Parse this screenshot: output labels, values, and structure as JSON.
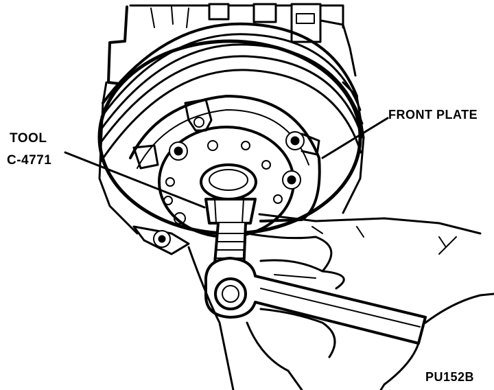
{
  "labels": {
    "tool_line1": "TOOL",
    "tool_line2": "C-4771",
    "front_plate": "FRONT PLATE",
    "figure_id": "PU152B"
  },
  "colors": {
    "ink": "#000000",
    "paper": "#ffffff"
  }
}
